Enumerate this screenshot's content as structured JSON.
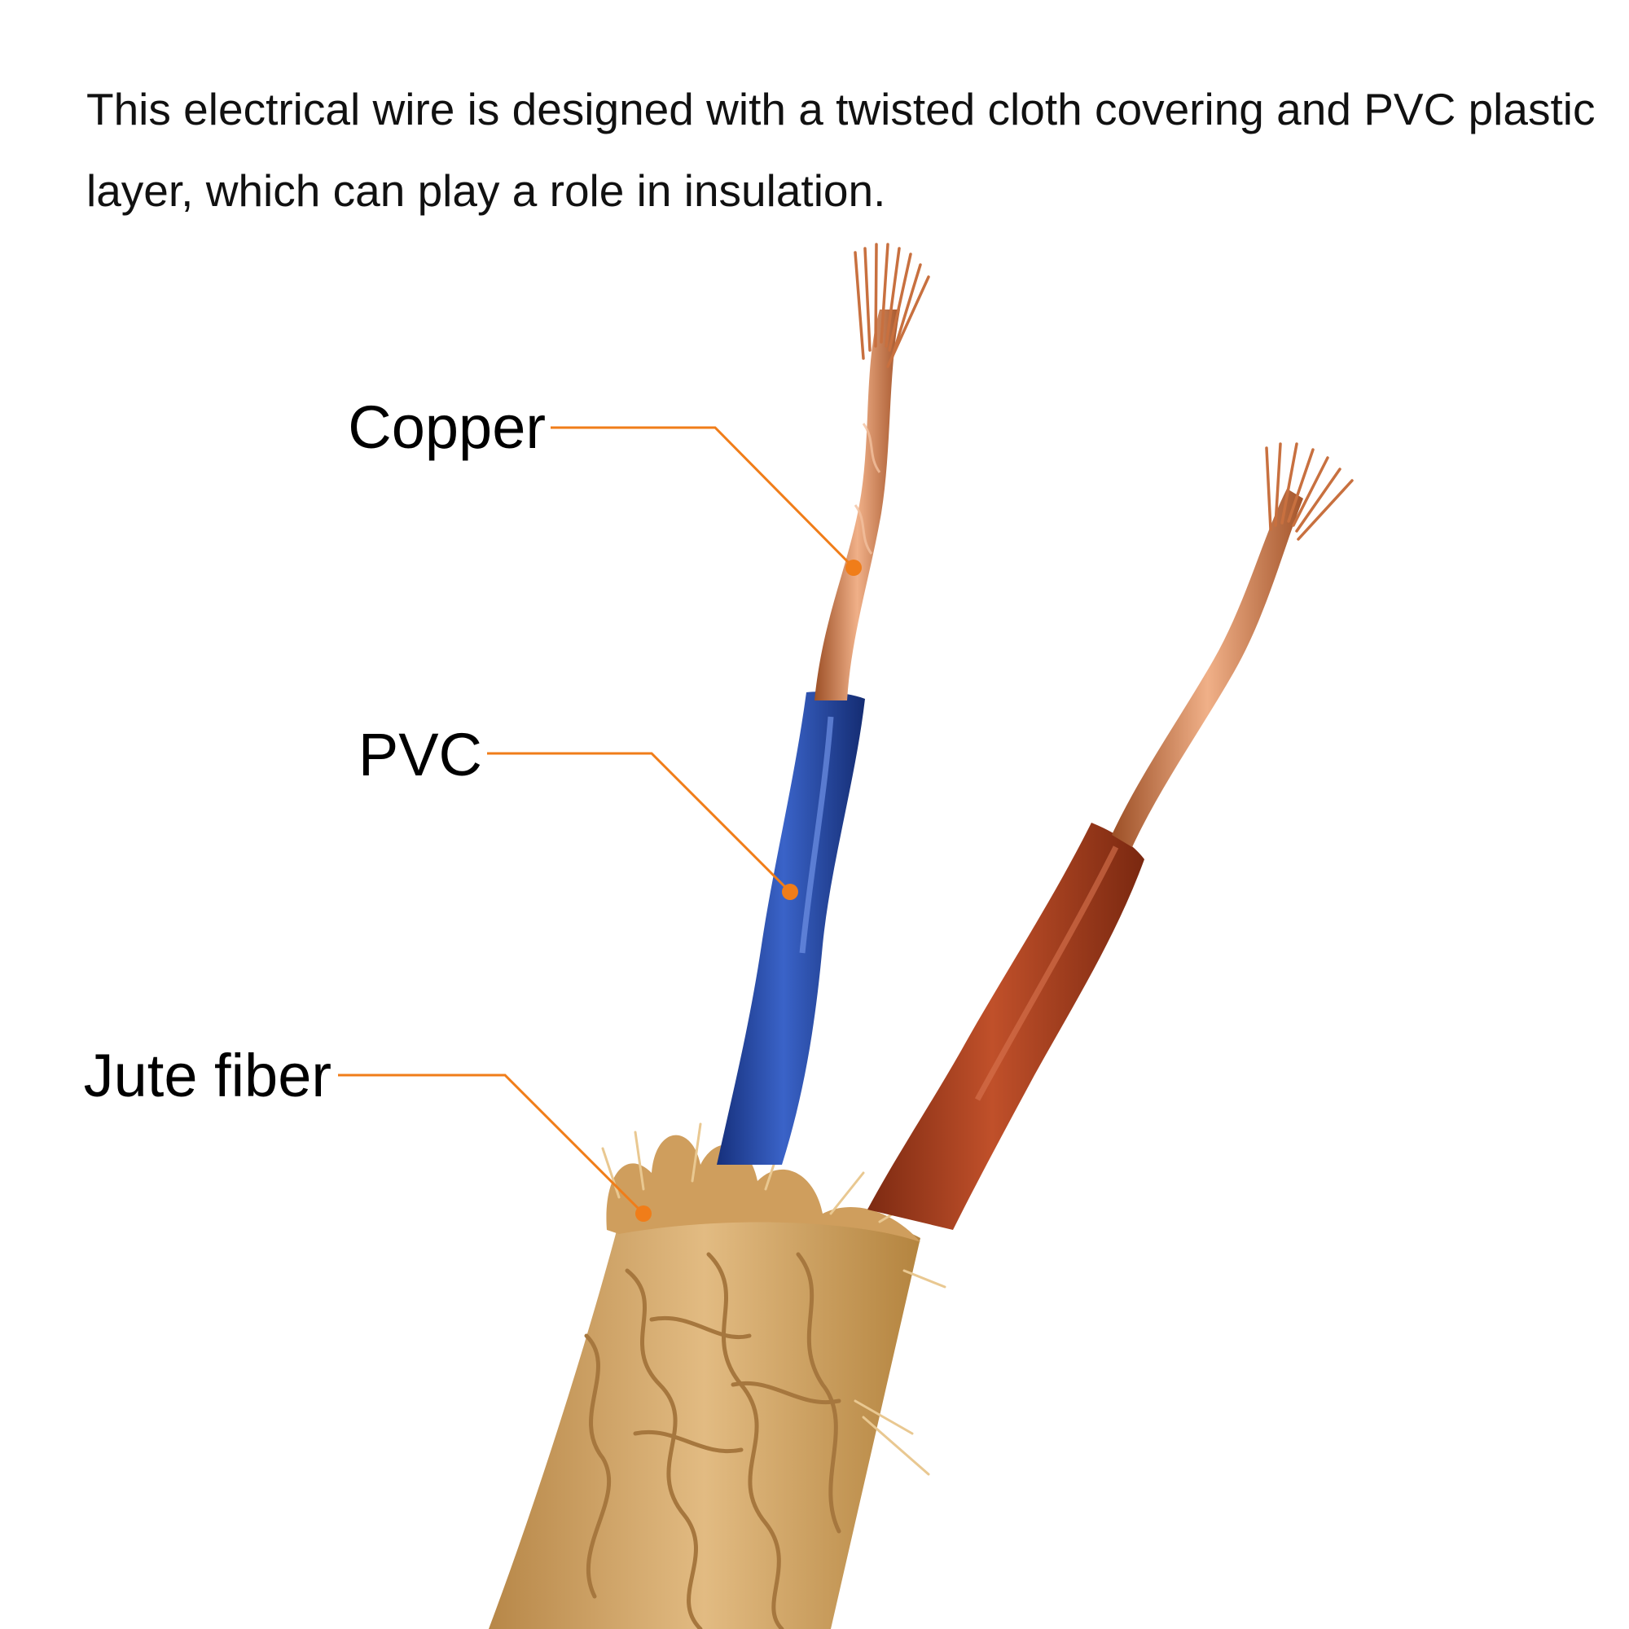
{
  "caption": {
    "text": "This electrical wire is designed with a twisted cloth covering and PVC plastic layer, which can play a role in insulation."
  },
  "labels": {
    "copper": "Copper",
    "pvc": "PVC",
    "jute": "Jute fiber"
  },
  "colors": {
    "callout": "#f07d19",
    "copper": "#c8703f",
    "copper_light": "#f0b088",
    "blue_pvc": "#1f3f9e",
    "red_pvc": "#a73a1c",
    "jute": "#d2a569",
    "jute_dark": "#a6773e"
  }
}
